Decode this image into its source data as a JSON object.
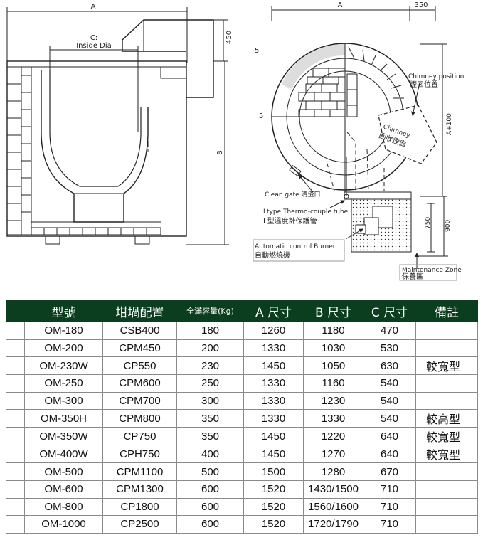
{
  "left_diagram": {
    "dim_a": "A",
    "dim_c_line1": "C:",
    "dim_c_line2": "Inside Dia",
    "dim_450": "450",
    "dim_b": "B"
  },
  "right_diagram": {
    "dim_a": "A",
    "dim_350": "350",
    "dim_a100": "A+100",
    "dim_750": "750",
    "dim_900": "900",
    "label_5_top": "5",
    "label_5_mid": "5",
    "chimney_position_en": "Chimney position",
    "chimney_position_zh": "煙囪位置",
    "chimney_en": "Chimney",
    "chimney_zh": "回收煙囪",
    "clean_gate": "Clean gate 清渣口",
    "thermo_en": "Ltype Thermo-couple tube",
    "thermo_zh": "L型溫度計保護管",
    "burner_en": "Automatic control Burner",
    "burner_zh": "自動燃燒機",
    "maintenance_en": "Maintenance Zone",
    "maintenance_zh": "保養區"
  },
  "table": {
    "headers": [
      "型號",
      "坩堝配置",
      "全滿容量(Kg)",
      "A 尺寸",
      "B 尺寸",
      "C 尺寸",
      "備註"
    ],
    "rows": [
      [
        "OM-180",
        "CSB400",
        "180",
        "1260",
        "1180",
        "470",
        ""
      ],
      [
        "OM-200",
        "CPM450",
        "200",
        "1330",
        "1030",
        "530",
        ""
      ],
      [
        "OM-230W",
        "CP550",
        "230",
        "1450",
        "1050",
        "630",
        "較寬型"
      ],
      [
        "OM-250",
        "CPM600",
        "250",
        "1330",
        "1160",
        "540",
        ""
      ],
      [
        "OM-300",
        "CPM700",
        "300",
        "1330",
        "1230",
        "540",
        ""
      ],
      [
        "OM-350H",
        "CPM800",
        "350",
        "1330",
        "1330",
        "540",
        "較高型"
      ],
      [
        "OM-350W",
        "CP750",
        "350",
        "1450",
        "1220",
        "640",
        "較寬型"
      ],
      [
        "OM-400W",
        "CPH750",
        "400",
        "1450",
        "1270",
        "640",
        "較寬型"
      ],
      [
        "OM-500",
        "CPM1100",
        "500",
        "1500",
        "1280",
        "670",
        ""
      ],
      [
        "OM-600",
        "CPM1300",
        "600",
        "1520",
        "1430/1500",
        "710",
        ""
      ],
      [
        "OM-800",
        "CP1800",
        "600",
        "1520",
        "1560/1600",
        "710",
        ""
      ],
      [
        "OM-1000",
        "CP2500",
        "600",
        "1520",
        "1720/1790",
        "710",
        ""
      ]
    ]
  }
}
